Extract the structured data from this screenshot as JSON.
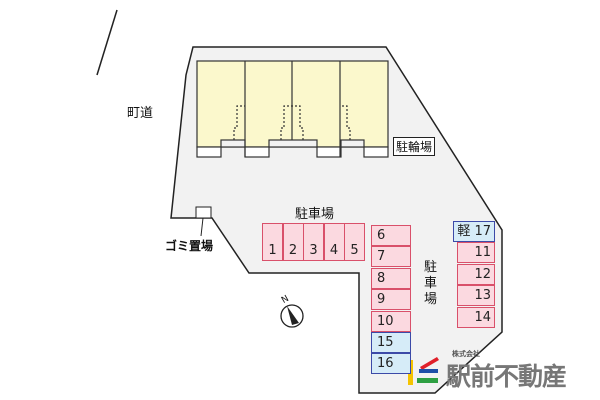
{
  "labels": {
    "road": "町道",
    "bicycle": "駐輪場",
    "parking_top": "駐車場",
    "parking_side": "駐車場",
    "garbage": "ゴミ置場",
    "north": "N"
  },
  "parking_row1": [
    "1",
    "2",
    "3",
    "4",
    "5"
  ],
  "parking_col_mid": [
    {
      "n": "6",
      "type": "std"
    },
    {
      "n": "7",
      "type": "std"
    },
    {
      "n": "8",
      "type": "std"
    },
    {
      "n": "9",
      "type": "std"
    },
    {
      "n": "10",
      "type": "std"
    },
    {
      "n": "15",
      "type": "kei"
    },
    {
      "n": "16",
      "type": "kei"
    }
  ],
  "parking_col_right": [
    {
      "n": "軽 17",
      "type": "kei"
    },
    {
      "n": "11",
      "type": "std"
    },
    {
      "n": "12",
      "type": "std"
    },
    {
      "n": "13",
      "type": "std"
    },
    {
      "n": "14",
      "type": "std"
    }
  ],
  "logo": {
    "small": "株式会社",
    "name": "駅前不動産"
  },
  "colors": {
    "standard": "#fbd9e0",
    "kei": "#d6ecf8",
    "building": "#fbf8cc",
    "lot": "#f2f2f2"
  }
}
